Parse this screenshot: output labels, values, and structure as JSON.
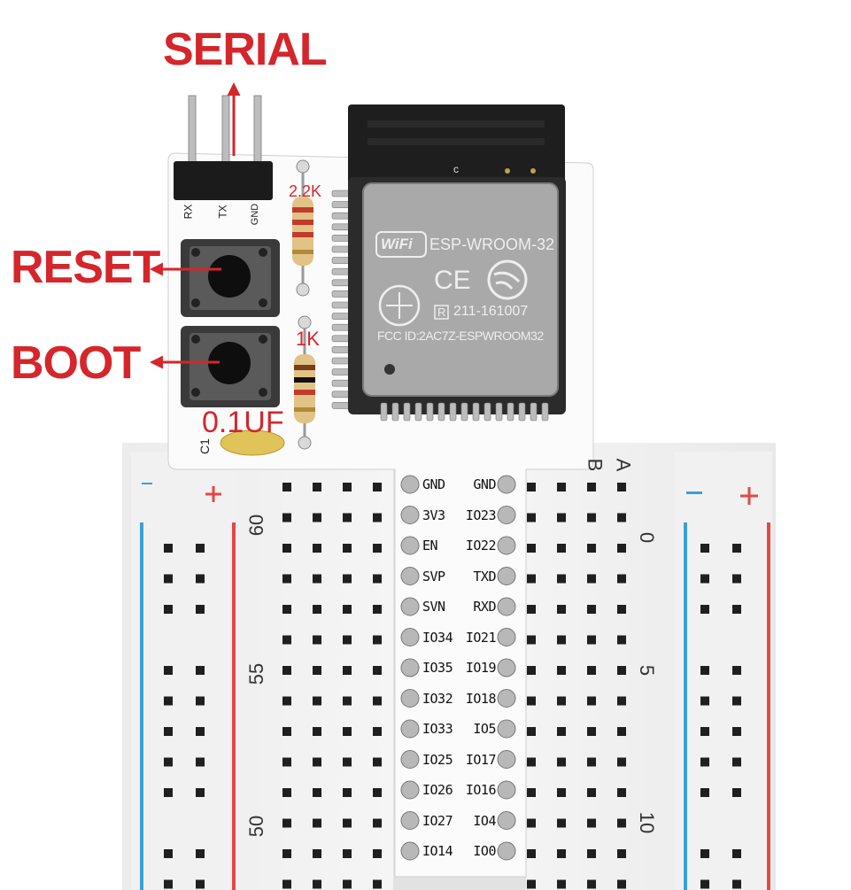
{
  "annotations": {
    "serial": "SERIAL",
    "reset": "RESET",
    "boot": "BOOT",
    "r1": "2.2K",
    "r2": "1K",
    "cap": "0.1UF"
  },
  "header_pins": [
    "RX",
    "TX",
    "GND"
  ],
  "silkscreen": {
    "c1": "C1",
    "module_c": "c"
  },
  "module": {
    "wifi": "WiFi",
    "name": "ESP-WROOM-32",
    "ce": "CE",
    "r_mark": "R",
    "cert": "211-161007",
    "fcc": "FCC ID:2AC7Z-ESPWROOM32"
  },
  "pins_left": [
    "GND",
    "3V3",
    "EN",
    "SVP",
    "SVN",
    "IO34",
    "IO35",
    "IO32",
    "IO33",
    "IO25",
    "IO26",
    "IO27",
    "IO14"
  ],
  "pins_right": [
    "GND",
    "IO23",
    "IO22",
    "TXD",
    "RXD",
    "IO21",
    "IO19",
    "IO18",
    "IO5",
    "IO17",
    "IO16",
    "IO4",
    "IO0"
  ],
  "breadboard": {
    "left_numbers": [
      "60",
      "55",
      "50"
    ],
    "right_numbers": [
      "0",
      "5",
      "10"
    ],
    "col_letters": [
      "B",
      "A"
    ],
    "minus": "−",
    "plus": "+"
  },
  "colors": {
    "annotation": "#d4262b",
    "rail_red": "#e34848",
    "rail_blue": "#3aa0d8"
  }
}
